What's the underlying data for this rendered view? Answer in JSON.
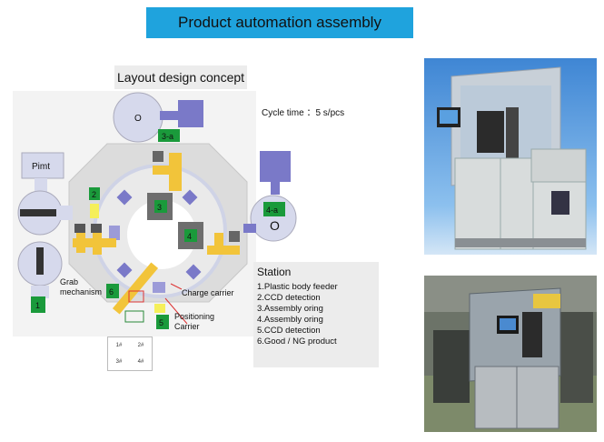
{
  "header": {
    "title": "Product automation assembly"
  },
  "diagram": {
    "layout_label": "Layout design concept",
    "cycle_time": "Cycle time ：5 s/pcs",
    "labels": {
      "pimt": "Pimt",
      "o_top": "O",
      "o_right": "O",
      "st_1": "1",
      "st_2": "2",
      "st_3": "3",
      "st_3a": "3-a",
      "st_4": "4",
      "st_4a": "4-a",
      "st_5": "5",
      "st_6": "6",
      "grab": "Grab",
      "mechanism": "mechanism",
      "charge_carrier": "Charge carrier",
      "positioning": "Positioning",
      "carrier": "Carrier"
    },
    "grid": [
      "1#",
      "2#",
      "3#",
      "4#"
    ]
  },
  "station": {
    "title": "Station",
    "items": [
      "1.Plastic body feeder",
      "2.CCD detection",
      "3.Assembly oring",
      "4.Assembly oring",
      "5.CCD detection",
      "6.Good / NG product"
    ]
  },
  "colors": {
    "title_bg": "#1fa3dd",
    "station_green": "#1a9a3b",
    "accent_yellow": "#f2c43a",
    "purple": "#7a79c8",
    "wheel_gray": "#dcdcdc"
  }
}
